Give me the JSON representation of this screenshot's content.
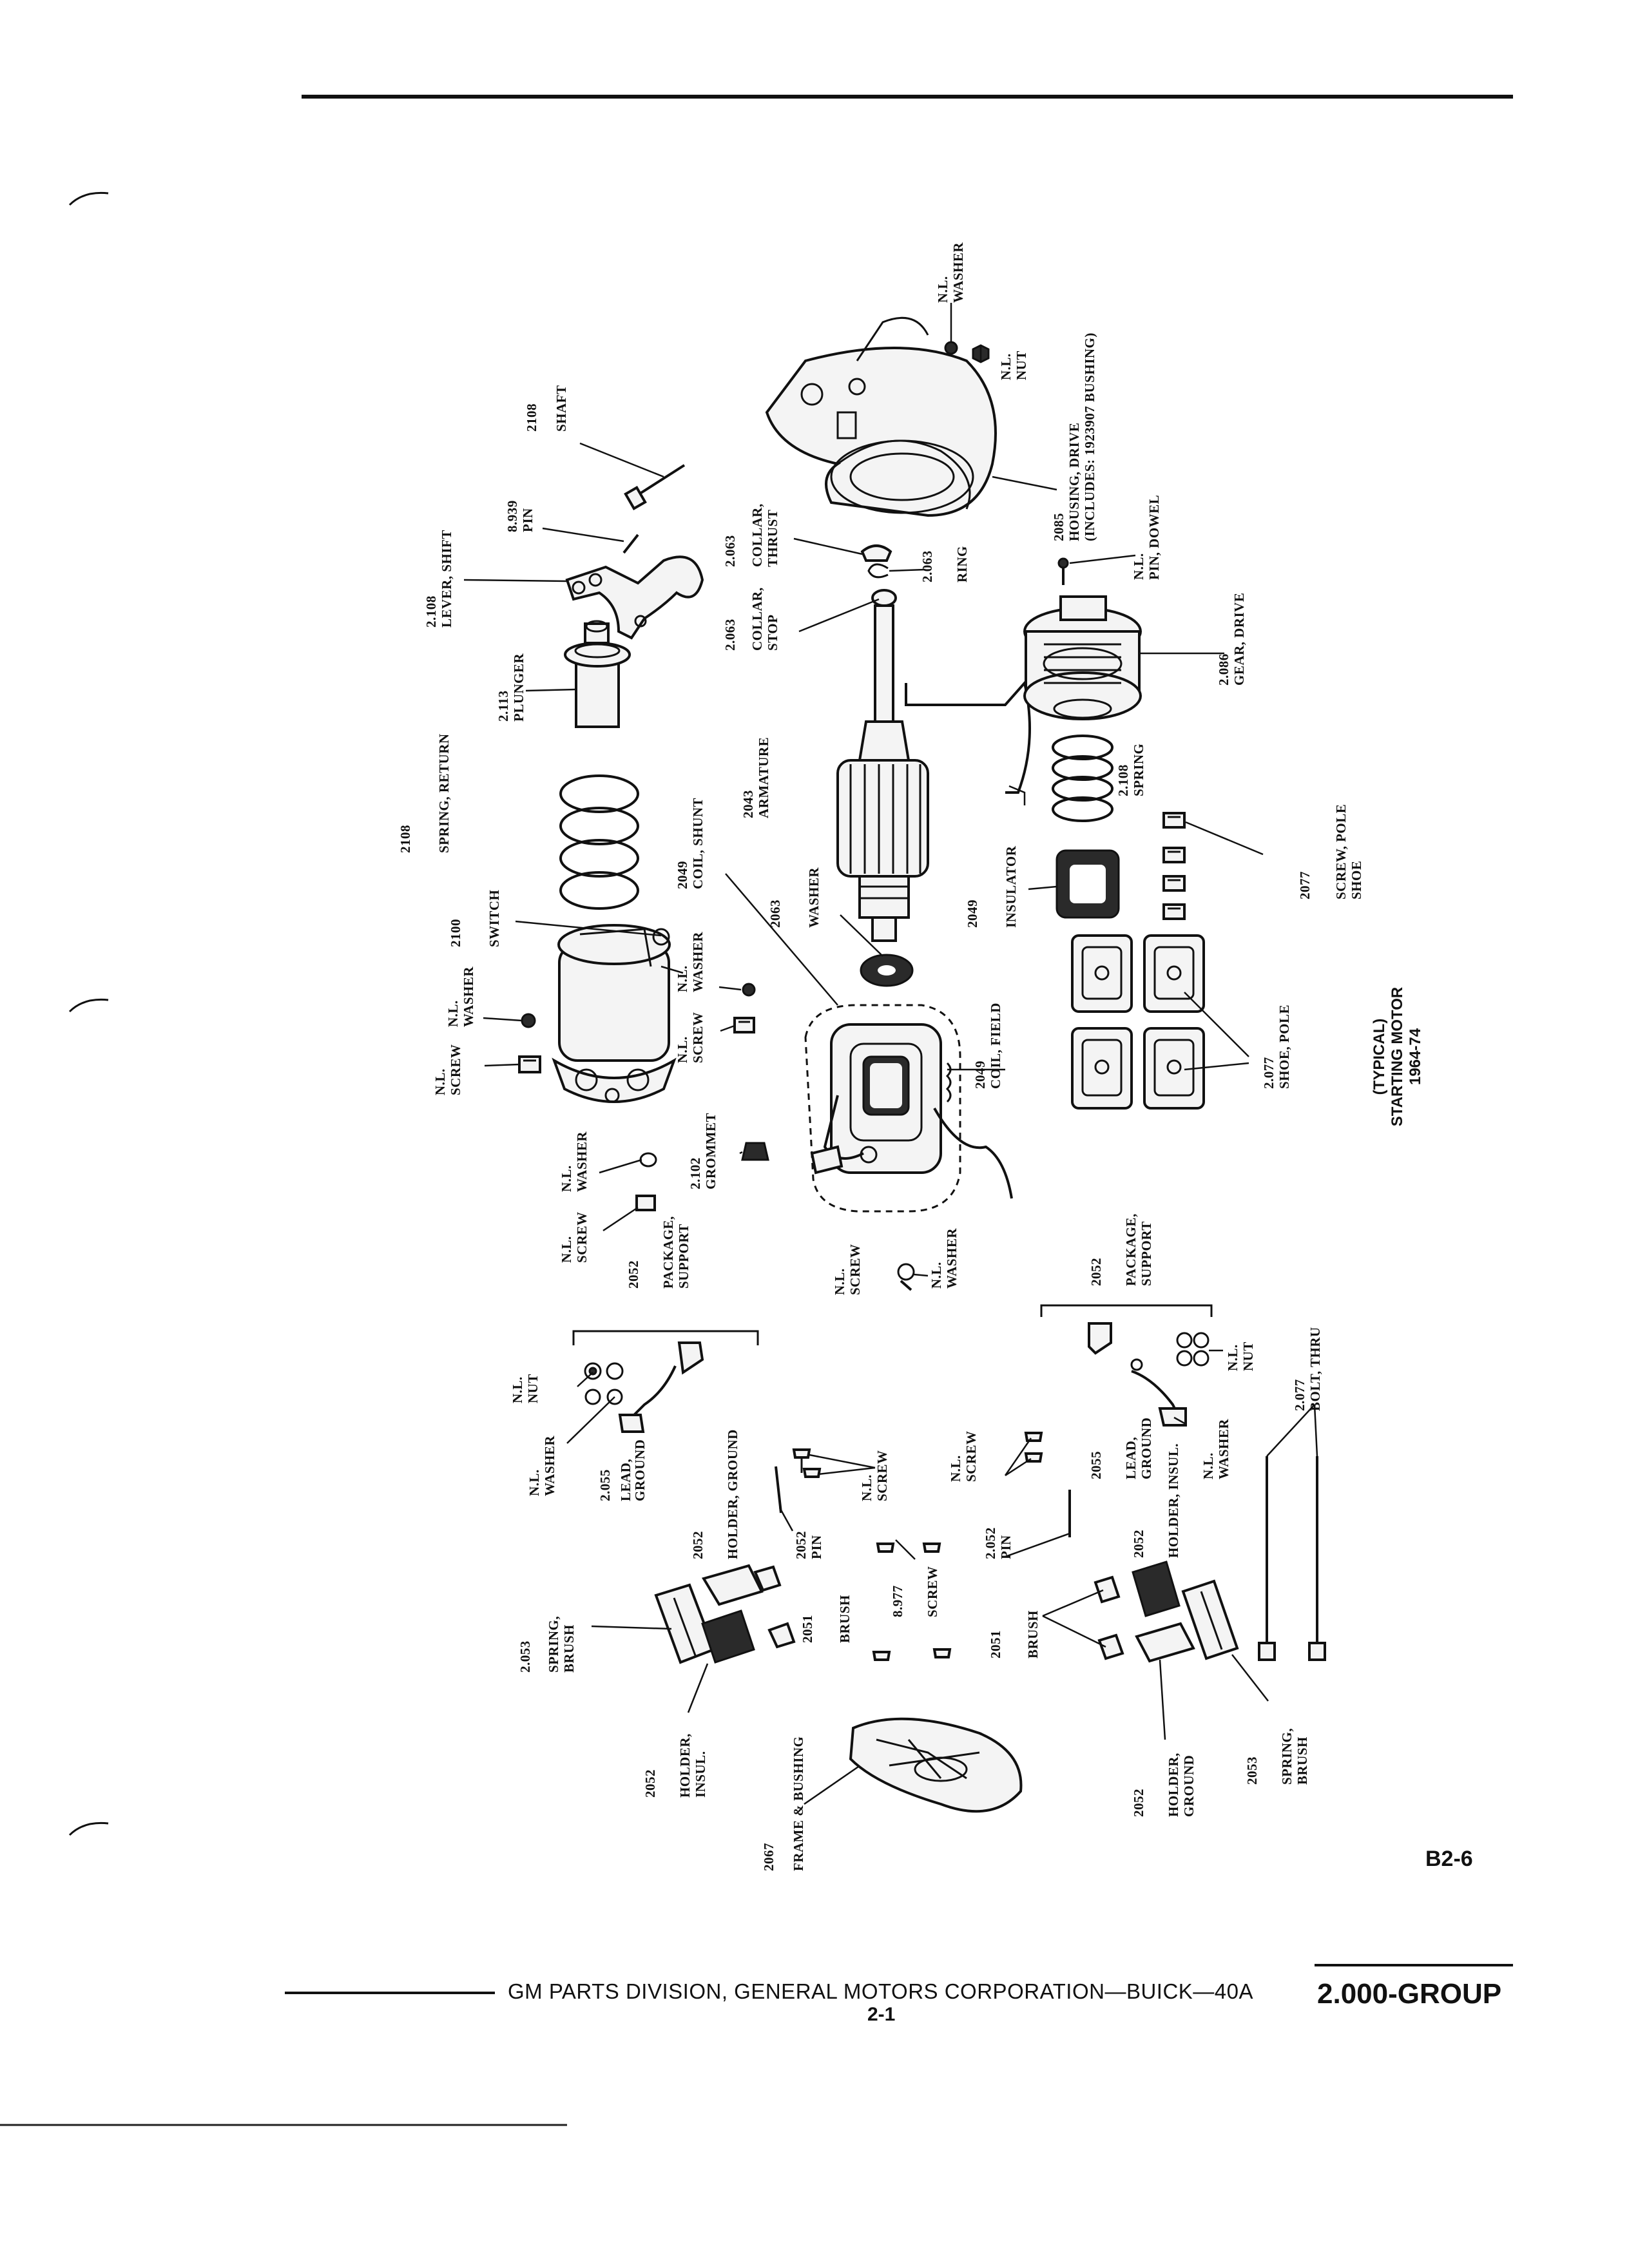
{
  "title": {
    "line1": "(TYPICAL)",
    "line2": "STARTING MOTOR",
    "line3": "1964-74"
  },
  "page_code": "B2-6",
  "footer": {
    "division": "GM PARTS DIVISION, GENERAL MOTORS CORPORATION—BUICK—40A",
    "page_number": "2-1",
    "group": "2.000-GROUP"
  },
  "labels": {
    "l01": {
      "num": "N.L.",
      "text": "WASHER"
    },
    "l02": {
      "num": "N.L.",
      "text": "NUT"
    },
    "l03": {
      "num": "2085",
      "text": "HOUSING, DRIVE",
      "text2": "(INCLUDES: 1923907 BUSHING)"
    },
    "l04": {
      "num": "2108",
      "text": "SHAFT"
    },
    "l05": {
      "num": "8.939",
      "text": "PIN"
    },
    "l06": {
      "num": "2.063",
      "text": "COLLAR,",
      "text2": "THRUST"
    },
    "l07": {
      "num": "2.063",
      "text": "RING"
    },
    "l08": {
      "num": "N.L.",
      "text": "PIN, DOWEL"
    },
    "l09": {
      "num": "2.108",
      "text": "LEVER, SHIFT"
    },
    "l10": {
      "num": "2.063",
      "text": "COLLAR,",
      "text2": "STOP"
    },
    "l11": {
      "num": "2.086",
      "text": "GEAR, DRIVE"
    },
    "l12": {
      "num": "2.113",
      "text": "PLUNGER"
    },
    "l13": {
      "num": "2043",
      "text": "ARMATURE"
    },
    "l14": {
      "num": "2.108",
      "text": "SPRING"
    },
    "l15": {
      "num": "2108",
      "text": "SPRING, RETURN"
    },
    "l16": {
      "num": "2049",
      "text": "COIL, SHUNT"
    },
    "l17": {
      "num": "2063",
      "text": "WASHER"
    },
    "l18": {
      "num": "2049",
      "text": "INSULATOR"
    },
    "l19": {
      "num": "2100",
      "text": "SWITCH"
    },
    "l20": {
      "num": "N.L.",
      "text": "WASHER"
    },
    "l21": {
      "num": "2077",
      "text": "SCREW, POLE",
      "text2": "SHOE"
    },
    "l22": {
      "num": "N.L.",
      "text": "WASHER"
    },
    "l23": {
      "num": "N.L.",
      "text": "SCREW"
    },
    "l24": {
      "num": "N.L.",
      "text": "SCREW"
    },
    "l25": {
      "num": "2049",
      "text": "COIL, FIELD"
    },
    "l26": {
      "num": "2.077",
      "text": "SHOE, POLE"
    },
    "l27": {
      "num": "N.L.",
      "text": "WASHER"
    },
    "l28": {
      "num": "2.102",
      "text": "GROMMET"
    },
    "l29": {
      "num": "N.L.",
      "text": "SCREW"
    },
    "l30": {
      "num": "2052",
      "text": "PACKAGE,",
      "text2": "SUPPORT"
    },
    "l31": {
      "num": "N.L.",
      "text": "SCREW"
    },
    "l32": {
      "num": "N.L.",
      "text": "WASHER"
    },
    "l33": {
      "num": "2052",
      "text": "PACKAGE,",
      "text2": "SUPPORT"
    },
    "l34": {
      "num": "N.L.",
      "text": "NUT"
    },
    "l35": {
      "num": "N.L.",
      "text": "NUT"
    },
    "l36": {
      "num": "2.077",
      "text": "BOLT, THRU"
    },
    "l37": {
      "num": "N.L.",
      "text": "WASHER"
    },
    "l38": {
      "num": "2.055",
      "text": "LEAD,",
      "text2": "GROUND"
    },
    "l39": {
      "num": "2052",
      "text": "HOLDER, GROUND"
    },
    "l40": {
      "num": "N.L.",
      "text": "SCREW"
    },
    "l41": {
      "num": "N.L.",
      "text": "SCREW"
    },
    "l42": {
      "num": "2055",
      "text": "LEAD,",
      "text2": "GROUND"
    },
    "l43": {
      "num": "N.L.",
      "text": "WASHER"
    },
    "l44": {
      "num": "2052",
      "text": "PIN"
    },
    "l45": {
      "num": "2.052",
      "text": "PIN"
    },
    "l46": {
      "num": "2052",
      "text": "HOLDER, INSUL."
    },
    "l47": {
      "num": "2.053",
      "text": "SPRING,",
      "text2": "BRUSH"
    },
    "l48": {
      "num": "2051",
      "text": "BRUSH"
    },
    "l49": {
      "num": "8.977",
      "text": "SCREW"
    },
    "l50": {
      "num": "2051",
      "text": "BRUSH"
    },
    "l51": {
      "num": "2052",
      "text": "HOLDER,",
      "text2": "INSUL."
    },
    "l52": {
      "num": "2053",
      "text": "SPRING,",
      "text2": "BRUSH"
    },
    "l53": {
      "num": "2052",
      "text": "HOLDER,",
      "text2": "GROUND"
    },
    "l54": {
      "num": "2067",
      "text": "FRAME & BUSHING"
    }
  }
}
